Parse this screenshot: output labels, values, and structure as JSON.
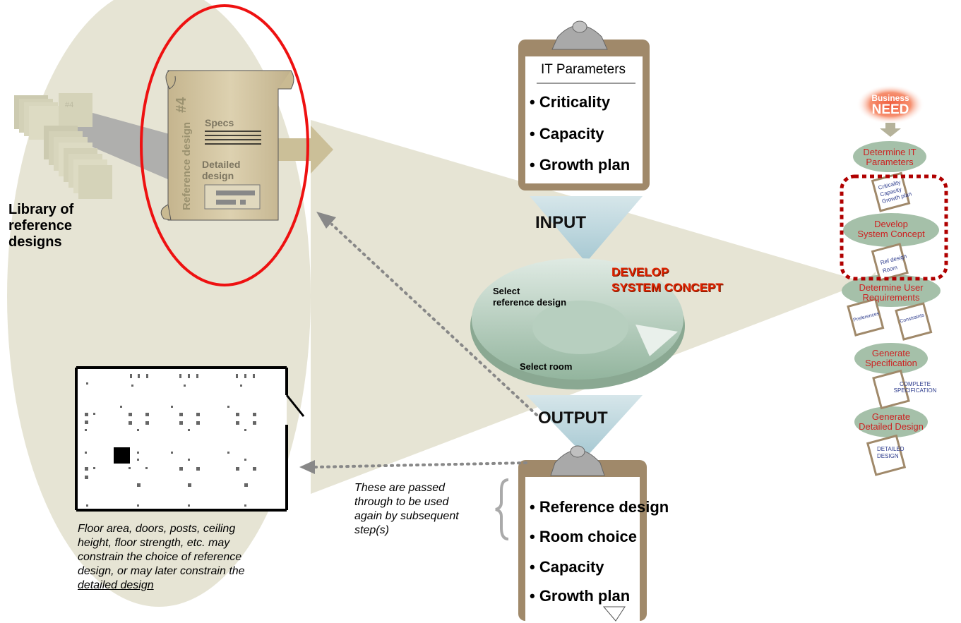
{
  "library": {
    "label_lines": [
      "Library of",
      "reference",
      "designs"
    ],
    "card_number": "#4"
  },
  "scroll": {
    "vertical_label": "Reference design",
    "number": "#4",
    "specs": "Specs",
    "detailed_lines": [
      "Detailed",
      "design"
    ]
  },
  "input_clipboard": {
    "title": "IT Parameters",
    "items": [
      "• Criticality",
      "• Capacity",
      "• Growth plan"
    ]
  },
  "arrows": {
    "input": "INPUT",
    "output": "OUTPUT"
  },
  "cycle": {
    "title_lines": [
      "DEVELOP",
      "SYSTEM CONCEPT"
    ],
    "step1_lines": [
      "Select",
      "reference design"
    ],
    "step2": "Select room"
  },
  "output_clipboard": {
    "items": [
      "• Reference design",
      "• Room choice",
      "• Capacity",
      "• Growth plan"
    ]
  },
  "passed_note": [
    "These are passed",
    "through to be used",
    "again by subsequent",
    "step(s)"
  ],
  "floor_note": {
    "lines": [
      "Floor area, doors, posts, ceiling",
      "height, floor strength, etc. may",
      "constrain the choice of reference",
      "design, or may later constrain the"
    ],
    "underlined": "detailed design"
  },
  "process": {
    "need_lines": [
      "Business",
      "NEED"
    ],
    "steps": [
      [
        "Determine IT",
        "Parameters"
      ],
      [
        "Develop",
        "System Concept"
      ],
      [
        "Determine User",
        "Requirements"
      ],
      [
        "Generate",
        "Specification"
      ],
      [
        "Generate",
        "Detailed Design"
      ]
    ],
    "docs": {
      "params": [
        "Criticality",
        "Capacity",
        "Growth plan"
      ],
      "concept": [
        "Ref design",
        "Room"
      ],
      "prefs": "Preferences",
      "constraints": "Constraints",
      "spec": [
        "COMPLETE",
        "SPECIFICATION"
      ],
      "design": [
        "DETAILED",
        "DESIGN"
      ]
    }
  },
  "colors": {
    "beige": "#e6e4d4",
    "clipboard_frame": "#a0896a",
    "scroll_fill": "#d2c4a0",
    "red_circle": "#ee1111",
    "develop_text": "#dd2200",
    "arrow_fill": "#b8d4dc",
    "cycle_fill": "#9fbfa9",
    "step_text": "#cc2222",
    "doc_text": "#2b3a8c"
  }
}
